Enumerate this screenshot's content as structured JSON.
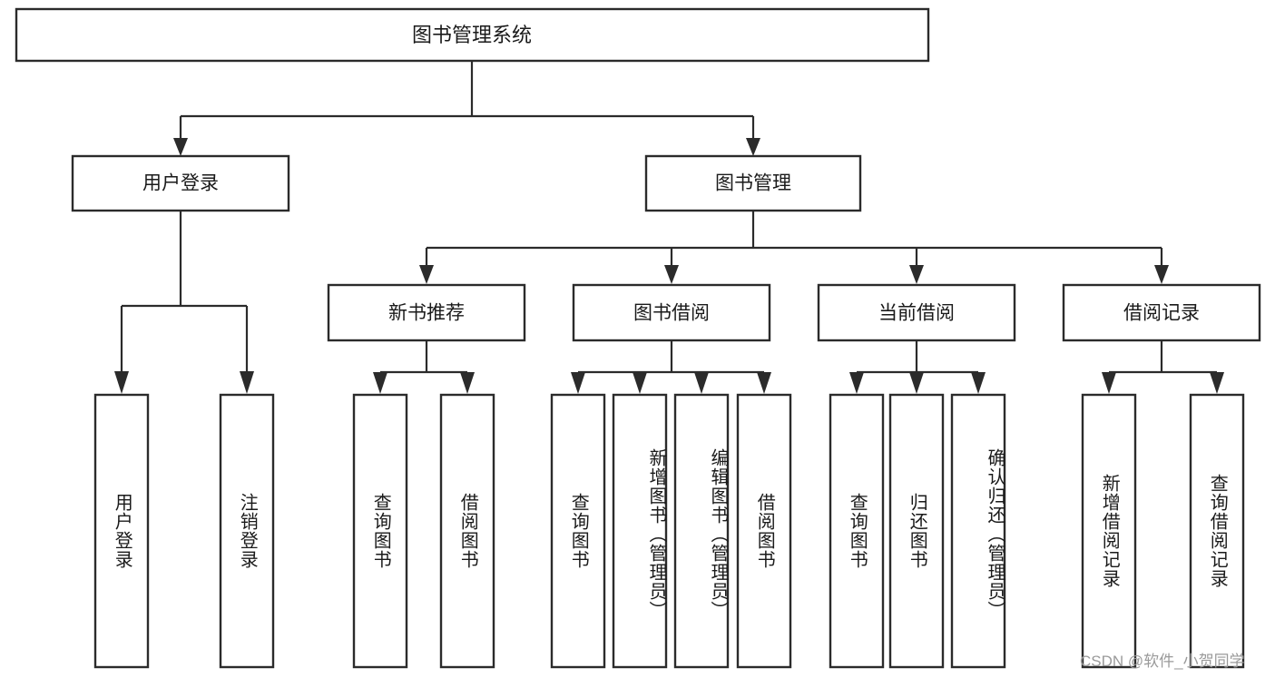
{
  "diagram": {
    "type": "hierarchy-tree",
    "title_node": {
      "label": "图书管理系统"
    },
    "level1": [
      {
        "id": "user-login",
        "label": "用户登录"
      },
      {
        "id": "book-management",
        "label": "图书管理"
      }
    ],
    "level2": [
      {
        "id": "new-book-recommend",
        "label": "新书推荐",
        "parent": "book-management"
      },
      {
        "id": "book-borrow",
        "label": "图书借阅",
        "parent": "book-management"
      },
      {
        "id": "current-borrow",
        "label": "当前借阅",
        "parent": "book-management"
      },
      {
        "id": "borrow-record",
        "label": "借阅记录",
        "parent": "book-management"
      }
    ],
    "leaves": {
      "user-login": [
        {
          "id": "leaf-user-login",
          "label": "用户登录"
        },
        {
          "id": "leaf-logout-login",
          "label": "注销登录"
        }
      ],
      "new-book-recommend": [
        {
          "id": "leaf-query-book-1",
          "label": "查询图书"
        },
        {
          "id": "leaf-borrow-book-1",
          "label": "借阅图书"
        }
      ],
      "book-borrow": [
        {
          "id": "leaf-query-book-2",
          "label": "查询图书"
        },
        {
          "id": "leaf-add-book",
          "label": "新增图书（管理员）"
        },
        {
          "id": "leaf-edit-book",
          "label": "编辑图书（管理员）"
        },
        {
          "id": "leaf-borrow-book-2",
          "label": "借阅图书"
        }
      ],
      "current-borrow": [
        {
          "id": "leaf-query-book-3",
          "label": "查询图书"
        },
        {
          "id": "leaf-return-book",
          "label": "归还图书"
        },
        {
          "id": "leaf-confirm-return",
          "label": "确认归还（管理员）"
        }
      ],
      "borrow-record": [
        {
          "id": "leaf-add-record",
          "label": "新增借阅记录"
        },
        {
          "id": "leaf-query-record",
          "label": "查询借阅记录"
        }
      ]
    }
  },
  "watermark": {
    "text": "CSDN @软件_小贺同学"
  },
  "colors": {
    "stroke": "#2b2b2b",
    "fill": "#ffffff",
    "text": "#1a1a1a",
    "watermark": "#9a9a9a"
  }
}
